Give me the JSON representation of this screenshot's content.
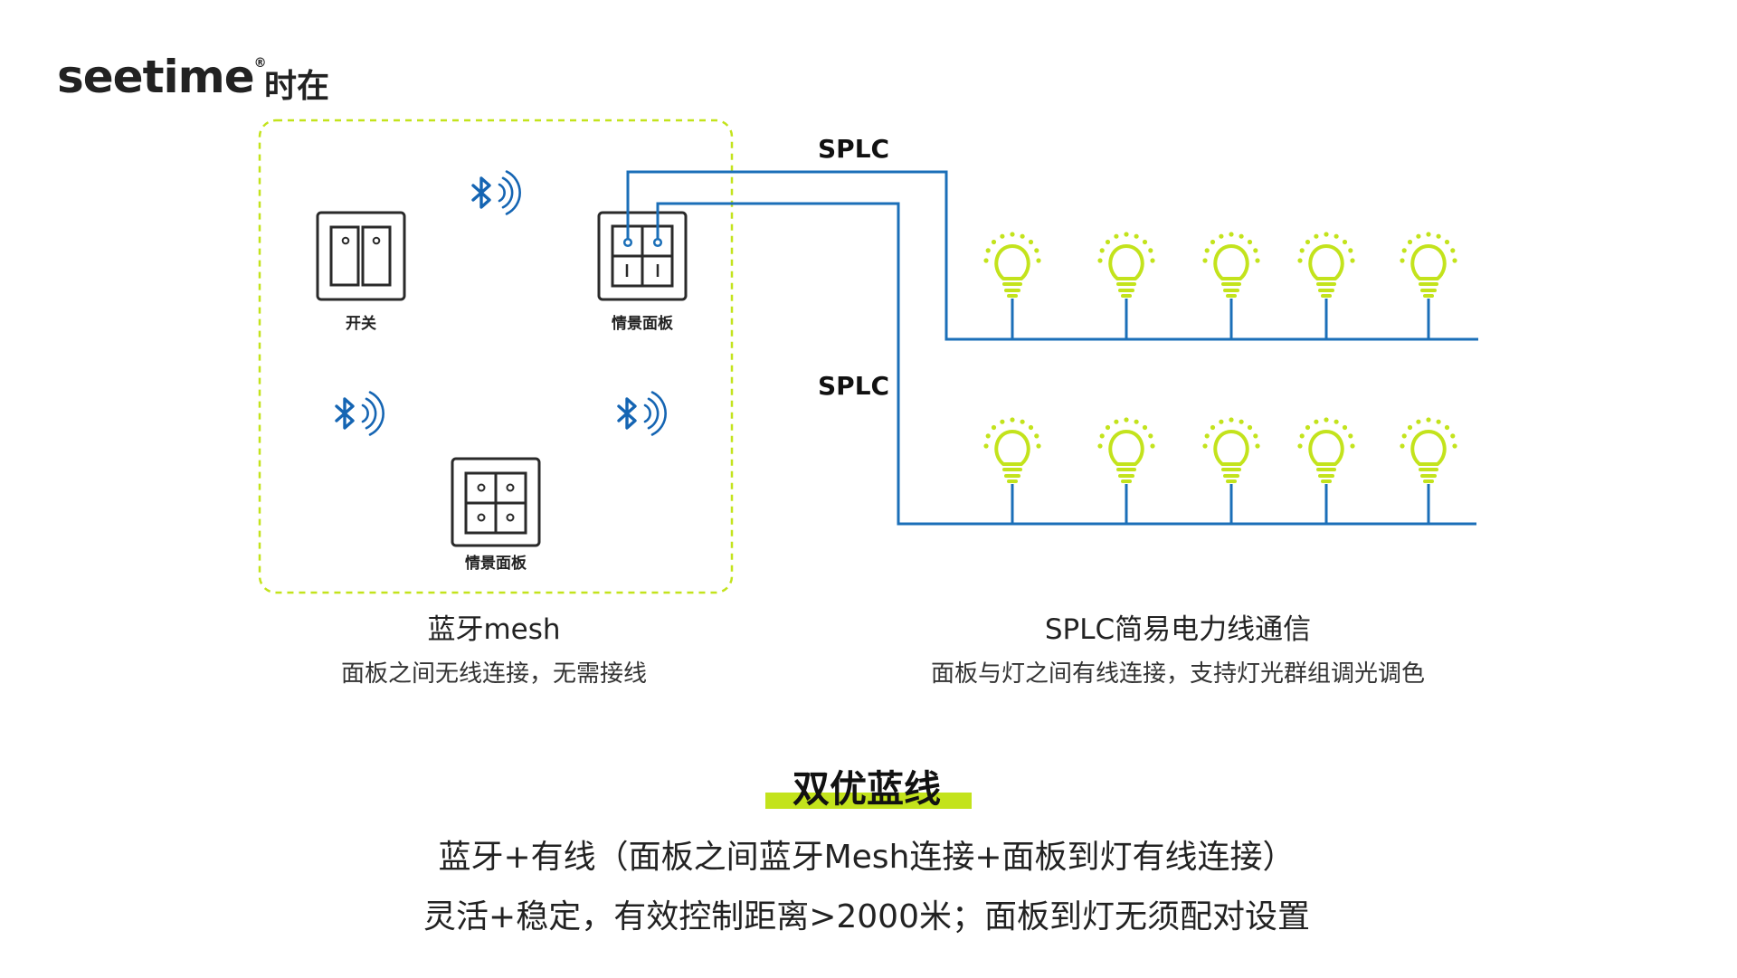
{
  "logo": {
    "word": "seetime",
    "registered": "®",
    "cn": "时在"
  },
  "panels": {
    "switch_label": "开关",
    "scene_panel_top_label": "情景面板",
    "scene_panel_bottom_label": "情景面板"
  },
  "splc_labels": [
    "SPLC",
    "SPLC"
  ],
  "sections": {
    "bluetooth": {
      "title": "蓝牙mesh",
      "subtitle": "面板之间无线连接，无需接线"
    },
    "splc": {
      "title": "SPLC简易电力线通信",
      "subtitle": "面板与灯之间有线连接，支持灯光群组调光调色"
    }
  },
  "footer": {
    "title": "双优蓝线",
    "line1": "蓝牙+有线（面板之间蓝牙Mesh连接+面板到灯有线连接）",
    "line2": "灵活+稳定，有效控制距离>2000米；面板到灯无须配对设置"
  },
  "colors": {
    "accent_green": "#c3e31c",
    "wire_blue": "#1b6fb8",
    "bluetooth_blue": "#1565b3",
    "dark": "#222222"
  },
  "icons": [
    "bluetooth-icon",
    "bulb-icon",
    "switch-icon",
    "scene-panel-icon"
  ]
}
